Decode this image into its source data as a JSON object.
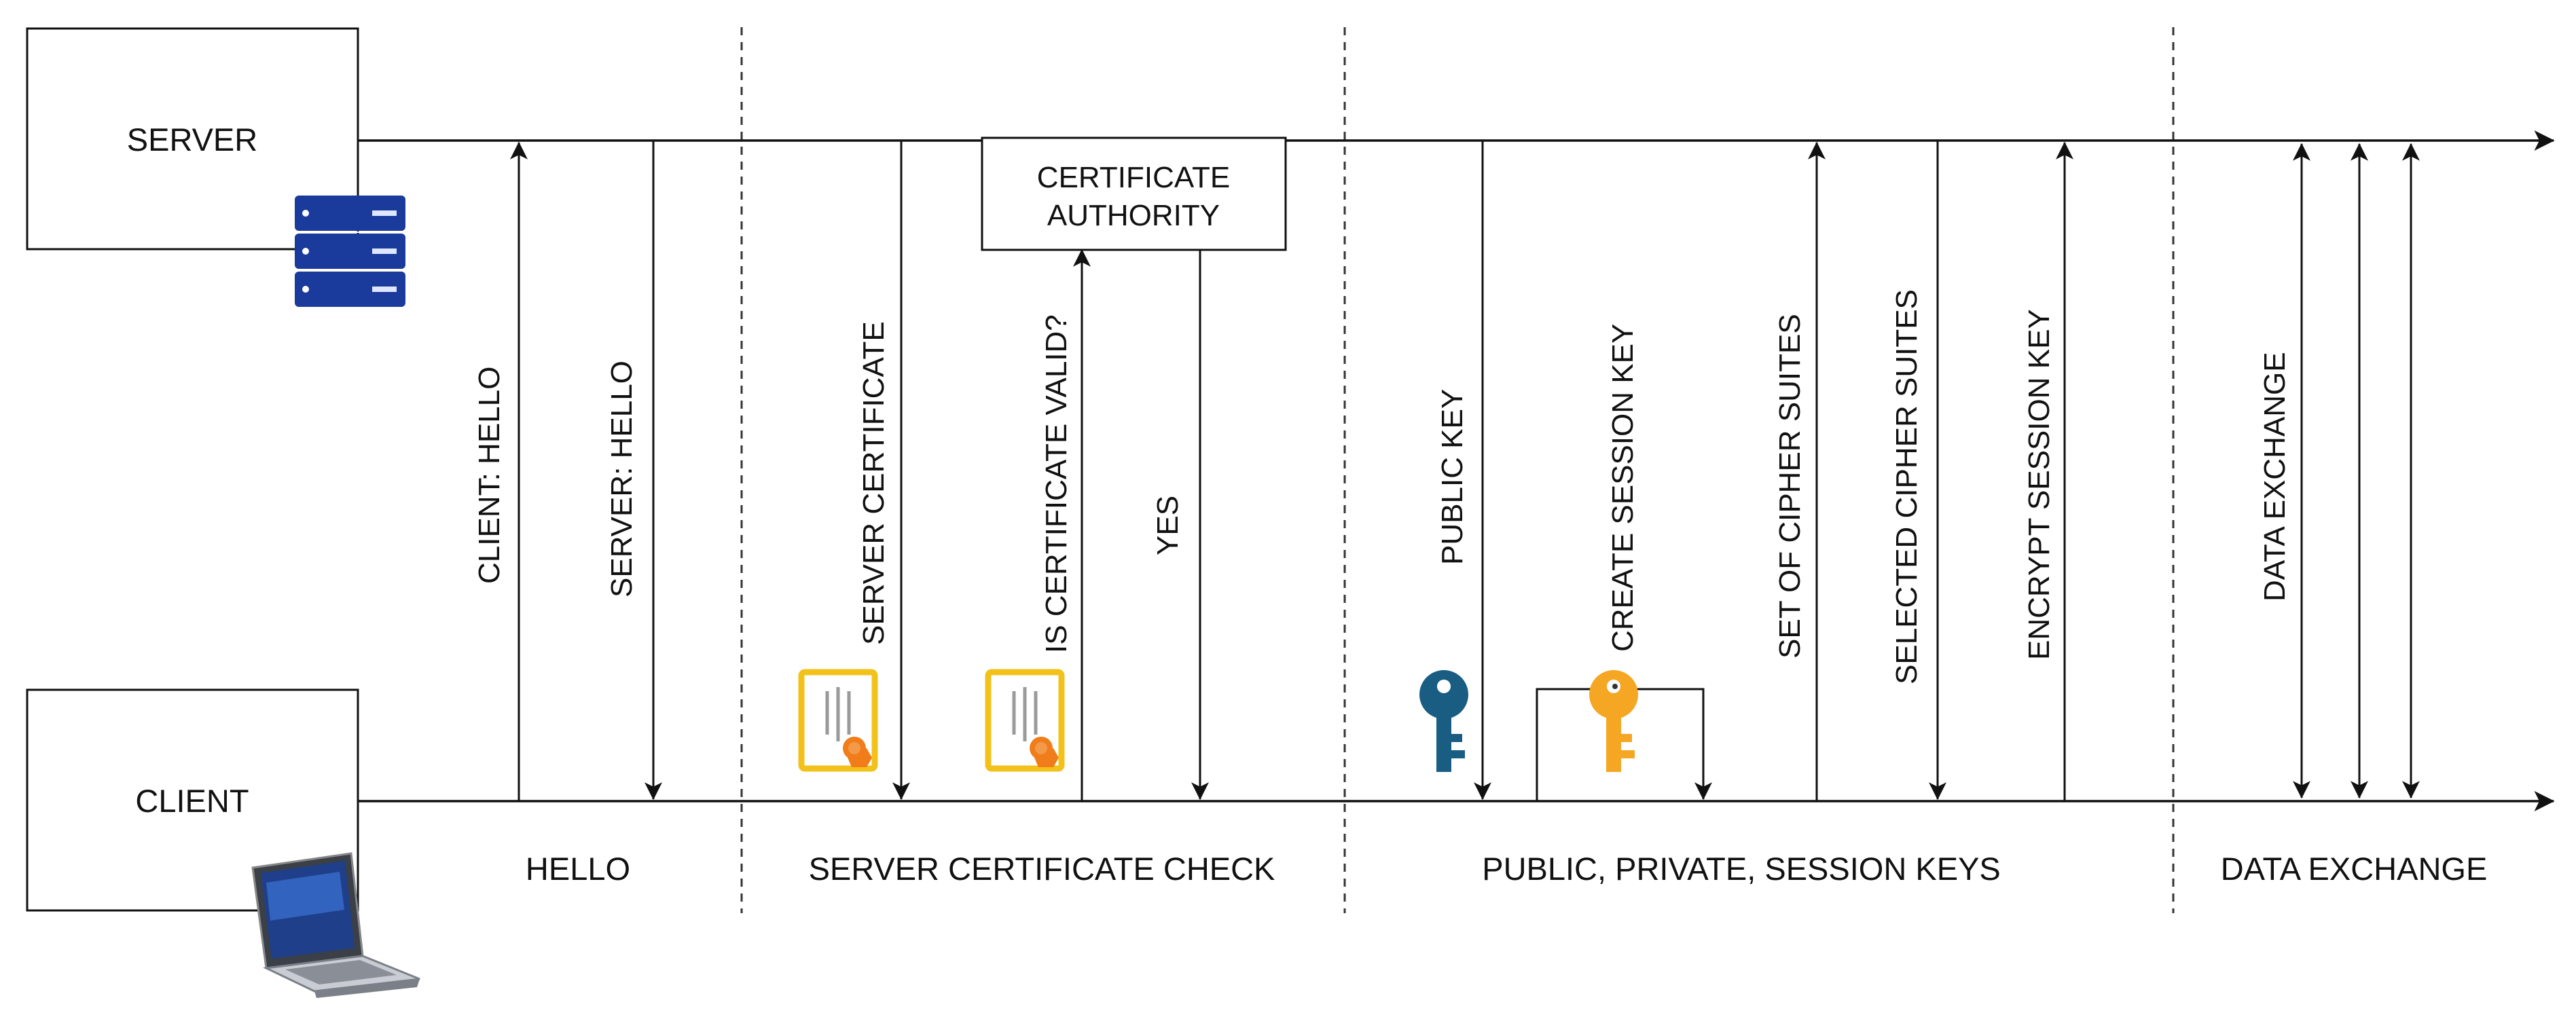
{
  "nodes": {
    "server": "SERVER",
    "client": "CLIENT",
    "certificate_authority_line1": "CERTIFICATE",
    "certificate_authority_line2": "AUTHORITY"
  },
  "messages": {
    "client_hello": "CLIENT: HELLO",
    "server_hello": "SERVER: HELLO",
    "server_certificate": "SERVER CERTIFICATE",
    "is_certificate_valid": "IS CERTIFICATE VALID?",
    "yes": "YES",
    "public_key": "PUBLIC KEY",
    "create_session_key": "CREATE SESSION KEY",
    "set_of_cipher_suites": "SET OF CIPHER SUITES",
    "selected_cipher_suites": "SELECTED CIPHER SUITES",
    "encrypt_session_key": "ENCRYPT SESSION KEY",
    "data_exchange": "DATA EXCHANGE"
  },
  "phases": {
    "hello": "HELLO",
    "server_certificate_check": "SERVER CERTIFICATE CHECK",
    "keys": "PUBLIC, PRIVATE, SESSION KEYS",
    "data_exchange": "DATA EXCHANGE"
  },
  "icons": {
    "server": "server-rack-icon",
    "client": "laptop-icon",
    "certificate_1": "certificate-icon",
    "certificate_2": "certificate-icon",
    "public_key": "key-icon",
    "session_key": "key-icon"
  },
  "colors": {
    "line": "#111111",
    "server_icon": "#1a3a9c",
    "certificate_frame": "#f2c21b",
    "certificate_seal": "#f07d1a",
    "public_key": "#1a5d82",
    "session_key": "#f5a623"
  }
}
